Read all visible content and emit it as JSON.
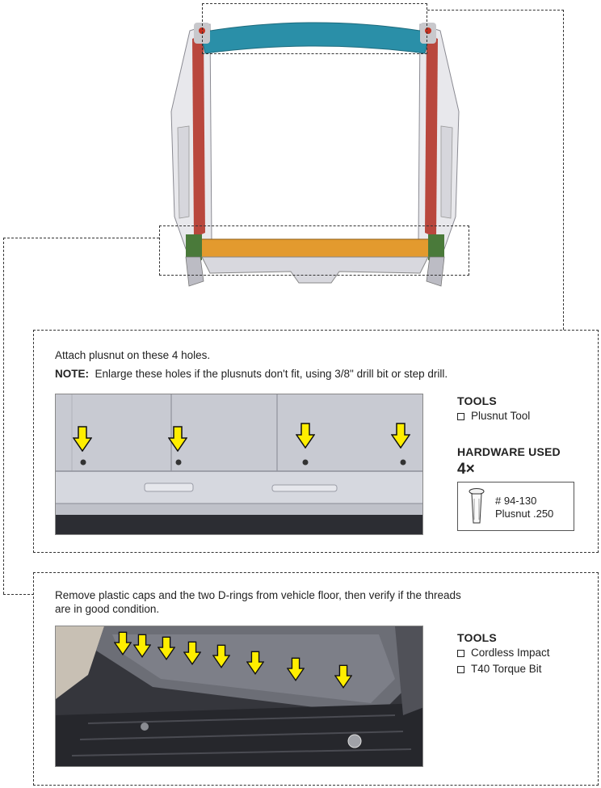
{
  "step1": {
    "instruction": "Attach plusnut on these 4 holes.",
    "note_label": "NOTE:",
    "note_text": "Enlarge these holes if the plusnuts don't fit, using 3/8\" drill bit or step drill.",
    "tools_heading": "TOOLS",
    "tools": [
      "Plusnut Tool"
    ],
    "hardware_heading": "HARDWARE USED",
    "quantity": "4×",
    "hardware_part": "# 94-130",
    "hardware_name": "Plusnut .250"
  },
  "step2": {
    "instruction": "Remove plastic caps and the two D-rings from vehicle floor, then verify if the threads are in good condition.",
    "tools_heading": "TOOLS",
    "tools": [
      "Cordless Impact",
      "T40 Torque Bit"
    ]
  },
  "colors": {
    "arrow_fill": "#ffee00",
    "frame_teal": "#2a8fa8",
    "frame_orange": "#e39a2e",
    "frame_red": "#b02a1e"
  }
}
